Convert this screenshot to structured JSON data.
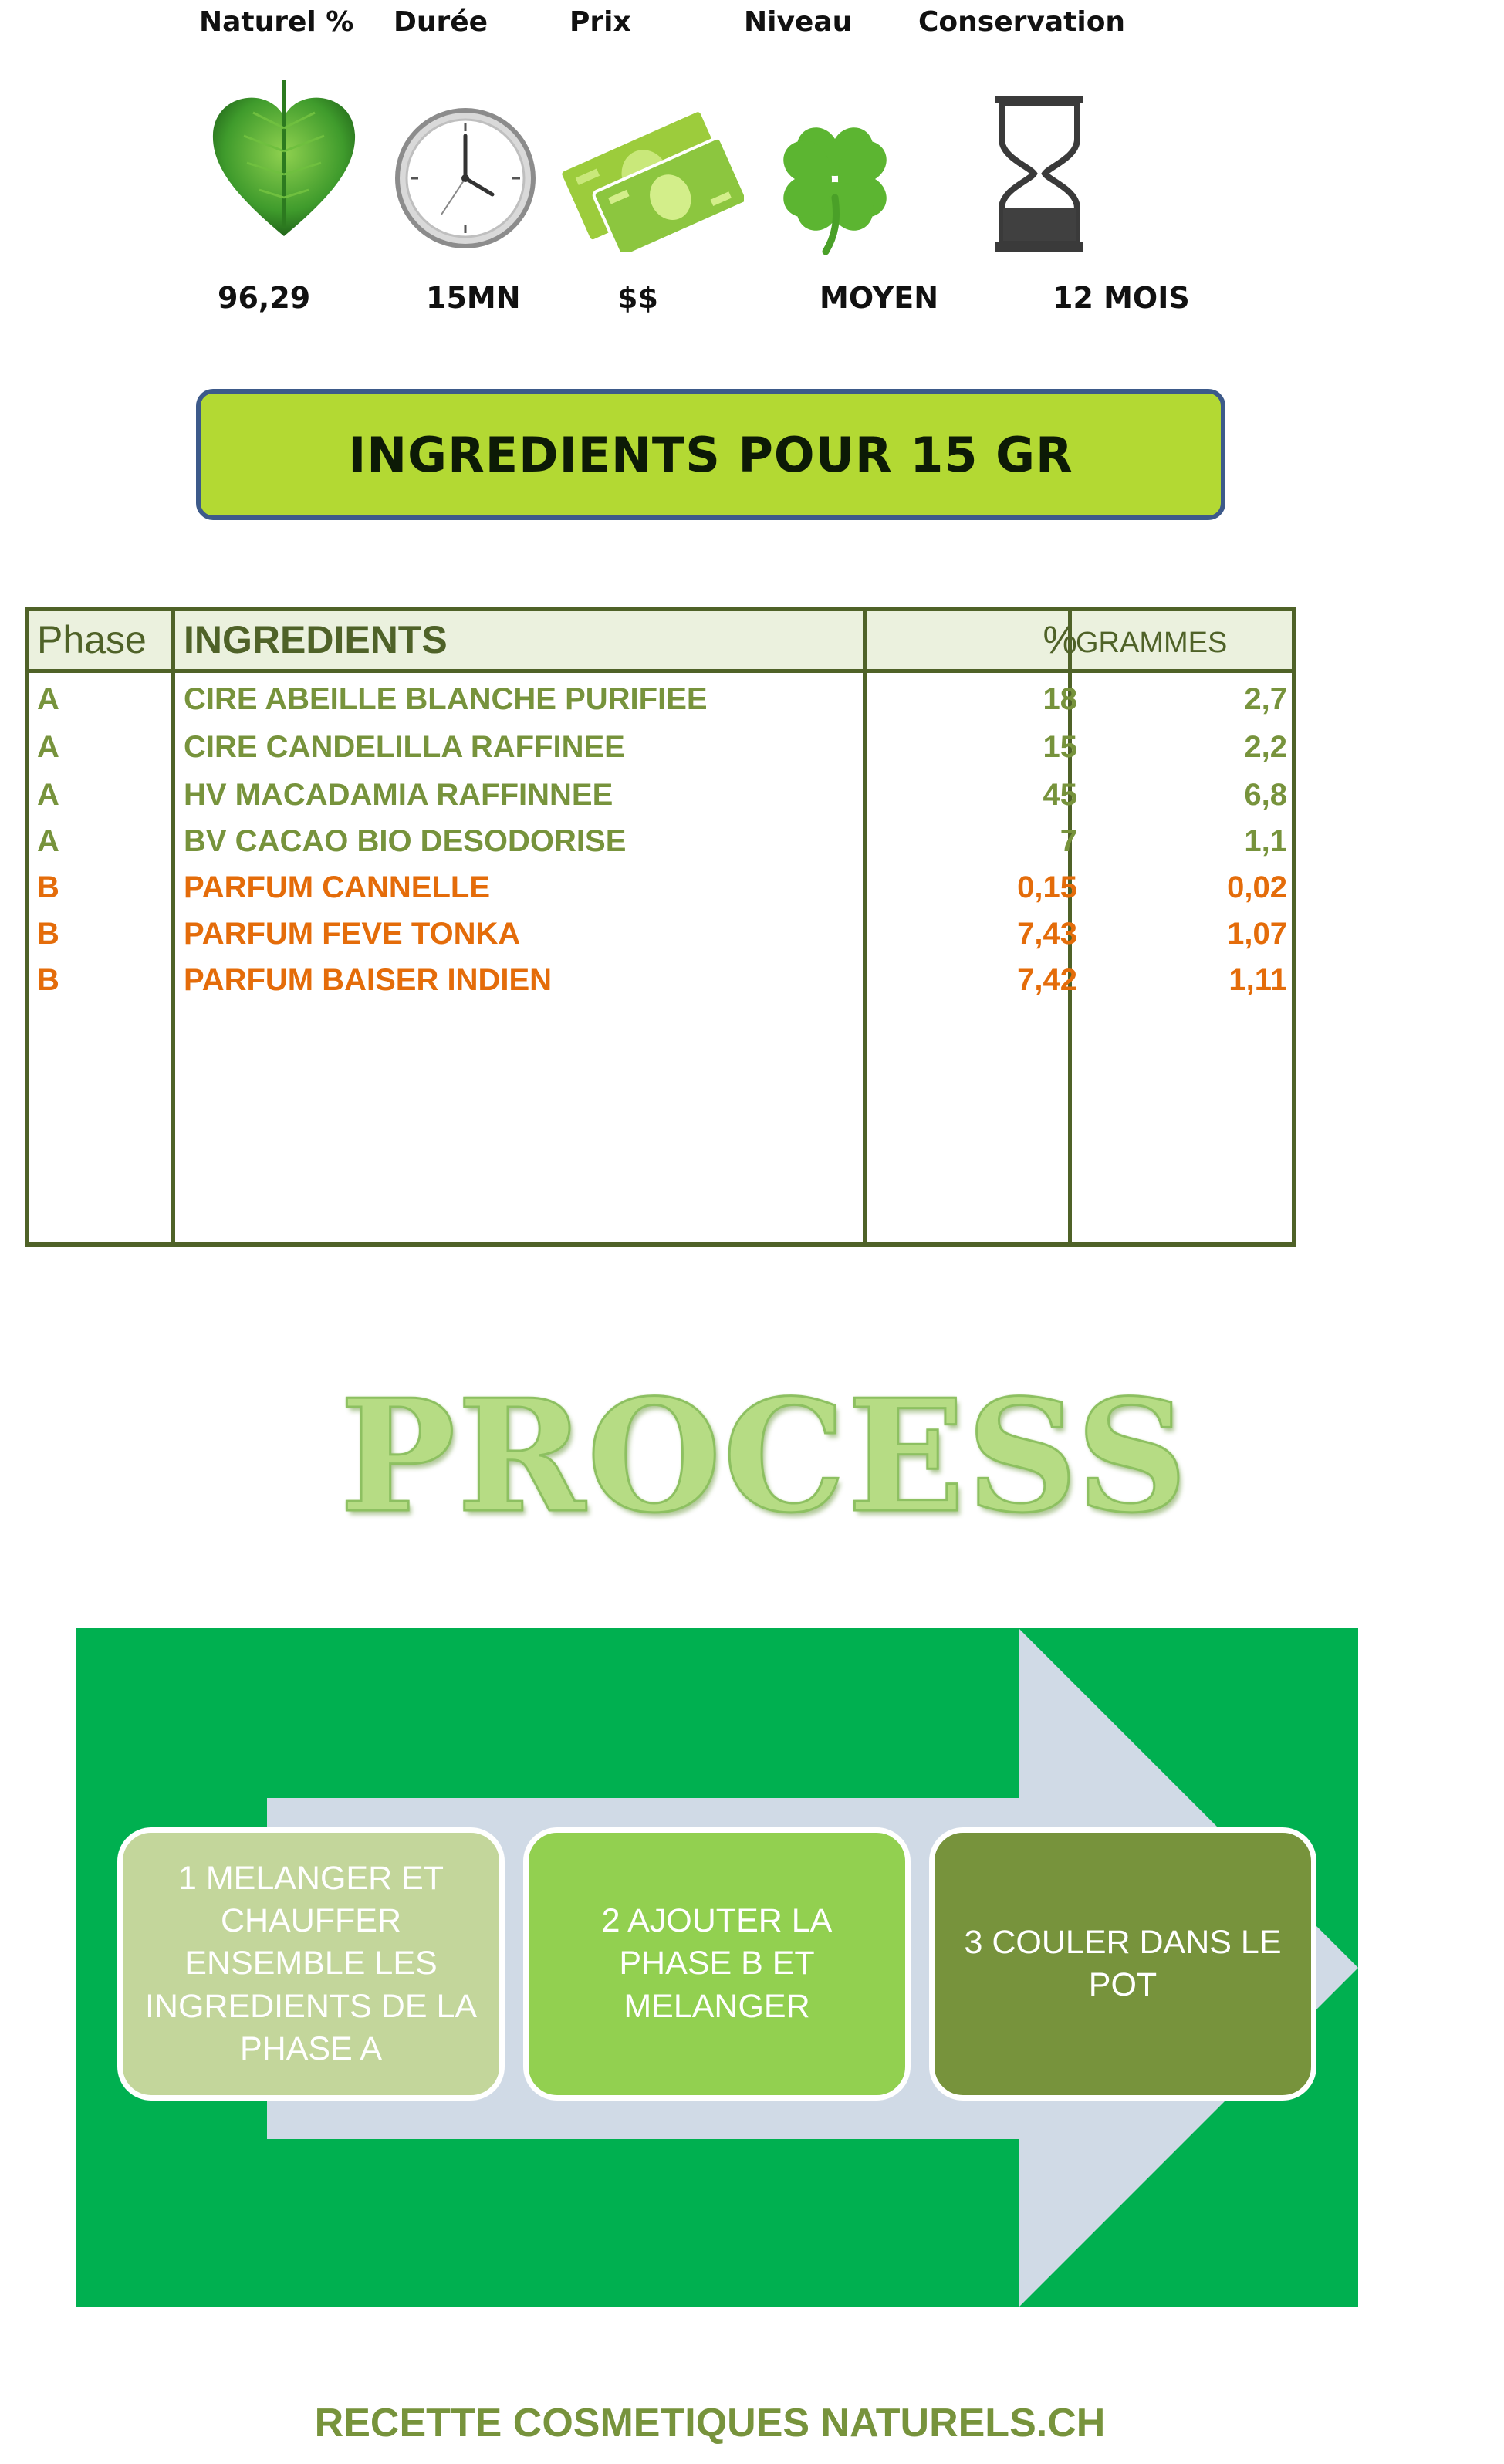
{
  "header": {
    "labels": {
      "naturel": "Naturel %",
      "duree": "Durée",
      "prix": "Prix",
      "niveau": "Niveau",
      "conservation": "Conservation"
    },
    "values": {
      "naturel": "96,29",
      "duree": "15MN",
      "prix": "$$",
      "niveau": "MOYEN",
      "conservation": "12 MOIS"
    },
    "icons": [
      "leaf-heart-icon",
      "clock-icon",
      "money-icon",
      "clover-icon",
      "hourglass-icon"
    ]
  },
  "banner": {
    "text": "INGREDIENTS POUR 15 GR"
  },
  "table": {
    "headers": {
      "phase": "Phase",
      "ingredients": "INGREDIENTS",
      "pct": "%",
      "grammes": "GRAMMES"
    },
    "rows": [
      {
        "phase": "A",
        "ingredient": "CIRE ABEILLE BLANCHE PURIFIEE",
        "pct": "18",
        "grammes": "2,7",
        "color": "#77933c"
      },
      {
        "phase": "A",
        "ingredient": "CIRE CANDELILLA RAFFINEE",
        "pct": "15",
        "grammes": "2,2",
        "color": "#77933c"
      },
      {
        "phase": "A",
        "ingredient": "HV MACADAMIA RAFFINNEE",
        "pct": "45",
        "grammes": "6,8",
        "color": "#77933c"
      },
      {
        "phase": "A",
        "ingredient": "BV CACAO BIO DESODORISE",
        "pct": "7",
        "grammes": "1,1",
        "color": "#77933c"
      },
      {
        "phase": "B",
        "ingredient": "PARFUM CANNELLE",
        "pct": "0,15",
        "grammes": "0,02",
        "color": "#e46c0a"
      },
      {
        "phase": "B",
        "ingredient": "PARFUM FEVE TONKA",
        "pct": "7,43",
        "grammes": "1,07",
        "color": "#e46c0a"
      },
      {
        "phase": "B",
        "ingredient": "PARFUM BAISER INDIEN",
        "pct": "7,42",
        "grammes": "1,11",
        "color": "#e46c0a"
      }
    ]
  },
  "process": {
    "title": "PROCESS",
    "steps": [
      "1 MELANGER ET CHAUFFER ENSEMBLE LES INGREDIENTS DE LA PHASE A",
      "2 AJOUTER LA PHASE B ET MELANGER",
      "3 COULER DANS LE POT"
    ]
  },
  "footer": {
    "text": "RECETTE COSMETIQUES NATURELS.CH"
  },
  "colors": {
    "banner_bg": "#b3d933",
    "banner_border": "#3d5a8a",
    "table_border": "#4f6228",
    "phase_a": "#77933c",
    "phase_b": "#e46c0a",
    "process_bg": "#00b050"
  }
}
